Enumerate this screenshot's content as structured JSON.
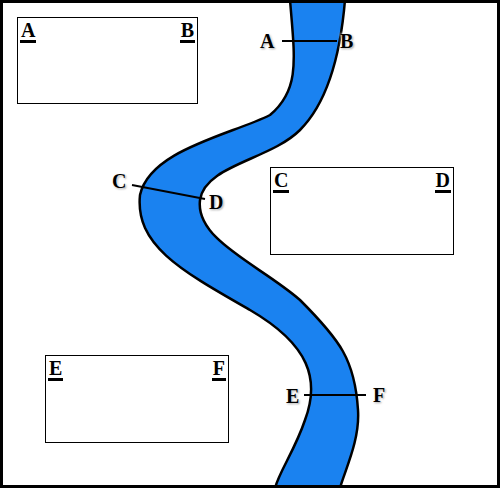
{
  "diagram": {
    "nodes": [
      {
        "text": [
          "A",
          "B"
        ]
      },
      {
        "text": [
          "C",
          "D"
        ]
      },
      {
        "text": [
          "E",
          "F"
        ]
      }
    ],
    "labels": [
      "A",
      "B",
      "C",
      "D",
      "E",
      "F"
    ]
  }
}
